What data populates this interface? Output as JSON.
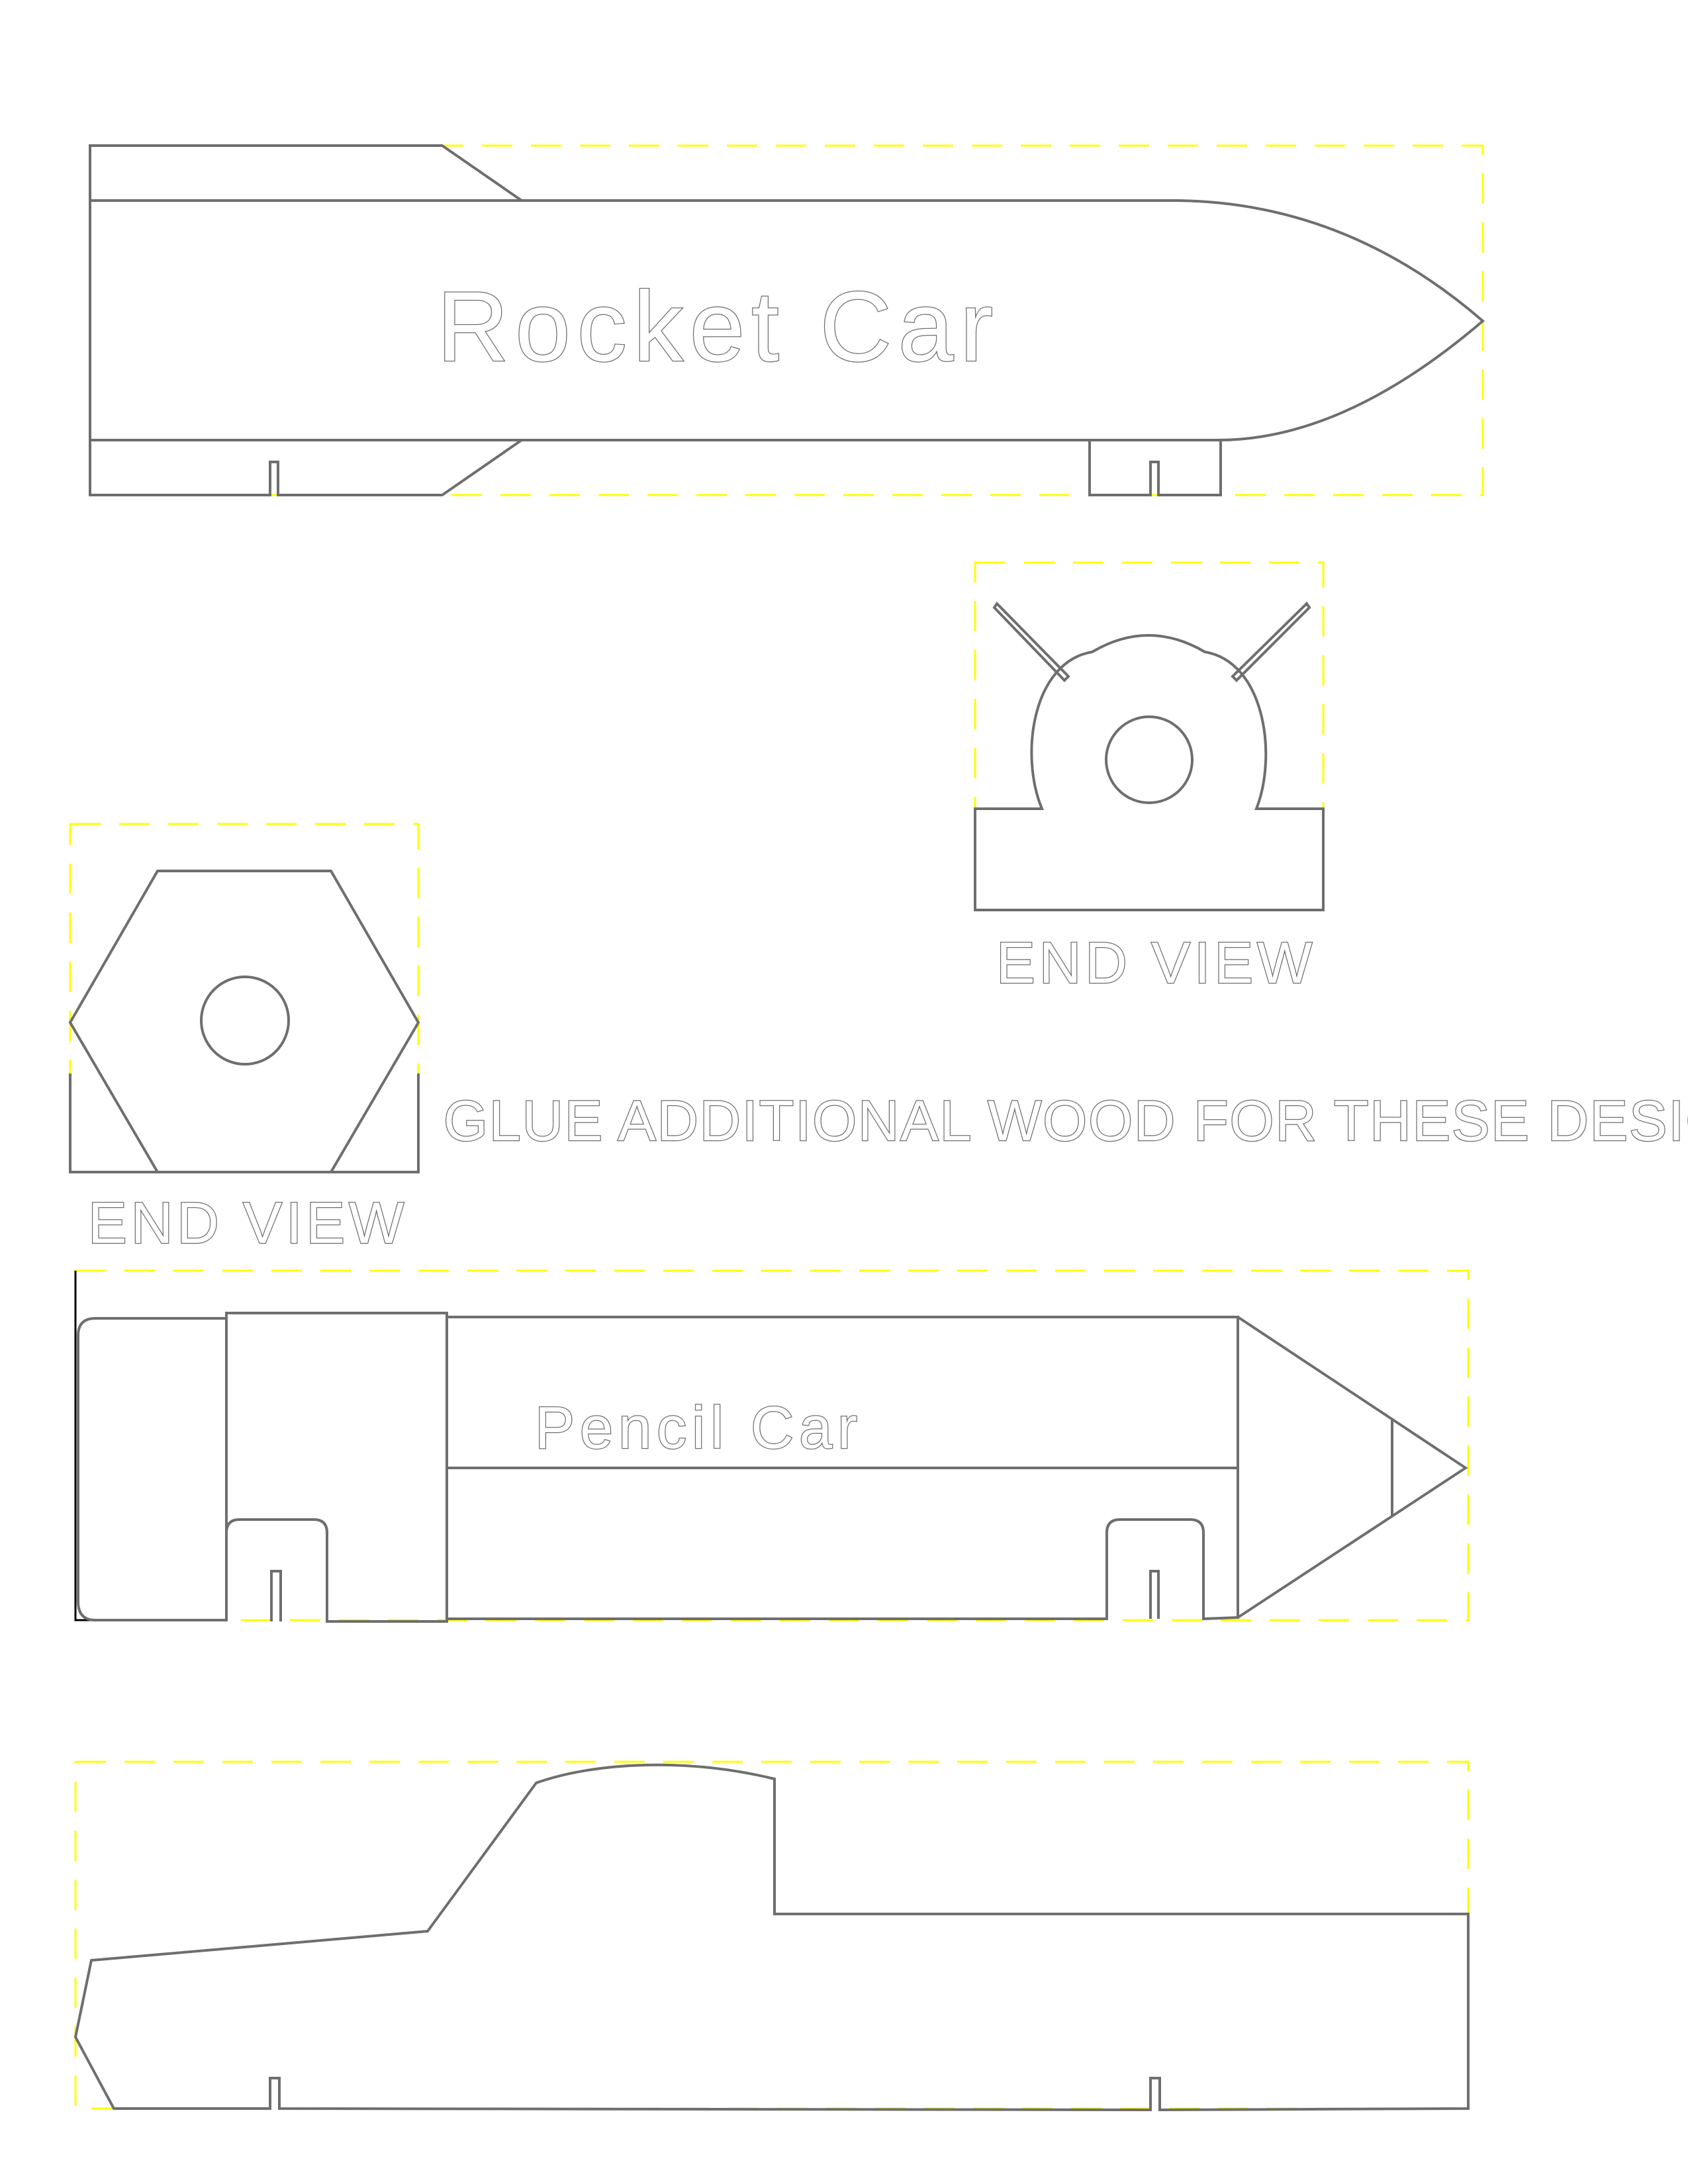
{
  "rocket_car": {
    "title": "Rocket Car",
    "end_view_caption": "END VIEW"
  },
  "pencil_car": {
    "title": "Pencil Car",
    "end_view_caption": "END VIEW"
  },
  "note": {
    "text": "GLUE ADDITIONAL WOOD FOR THESE DESIGNS"
  },
  "colors": {
    "outline": "#6e6e6e",
    "blank_outline": "#ffff00",
    "background": "#ffffff"
  }
}
